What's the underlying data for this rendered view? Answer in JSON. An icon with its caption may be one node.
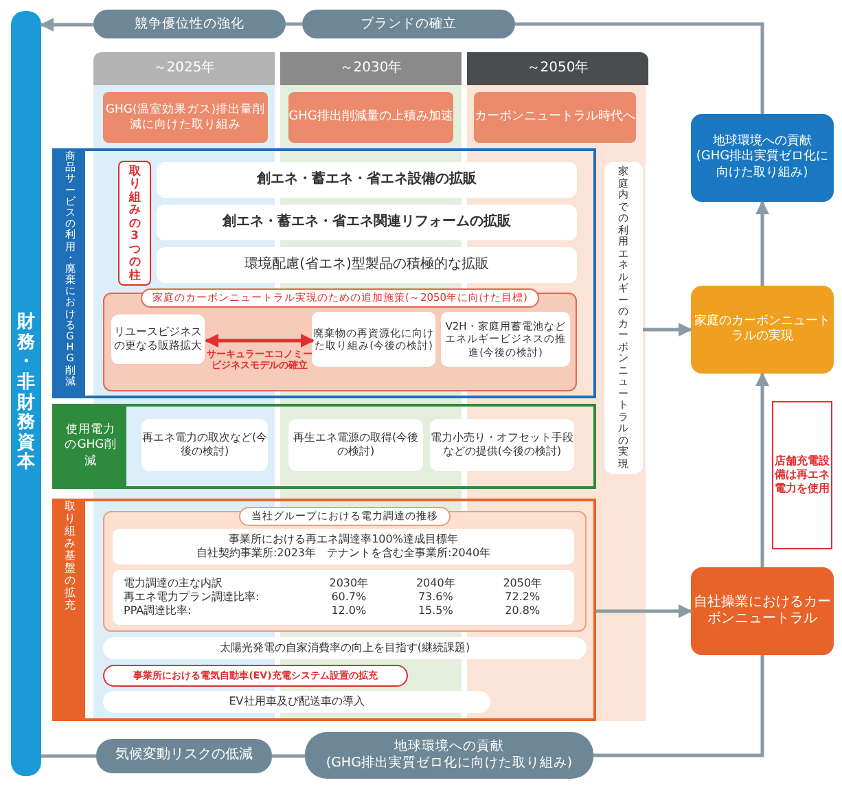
{
  "diagram": {
    "nodes": [
      {
        "text": [
          "財務・非財務資本"
        ]
      },
      {
        "text": [
          "競争優位性の強化"
        ]
      },
      {
        "text": [
          "ブランドの確立"
        ]
      },
      {
        "text": [
          "～2025年"
        ]
      },
      {
        "text": [
          "～2030年"
        ]
      },
      {
        "text": [
          "～2050年"
        ]
      },
      {
        "text": [
          "GHG(温室効果ガス)排出量削減に向けた取り組み"
        ]
      },
      {
        "text": [
          "GHG排出削減量の上積み加速"
        ]
      },
      {
        "text": [
          "カーボンニュートラル時代へ"
        ]
      },
      {
        "text": [
          "商品サービスの利用・廃棄におけるGHG削減"
        ]
      },
      {
        "text": [
          "取り組みの3つの柱"
        ],
        "in": 9
      },
      {
        "text": [
          "創エネ・蓄エネ・省エネ設備の拡販"
        ],
        "in": 9
      },
      {
        "text": [
          "創エネ・蓄エネ・省エネ関連リフォームの拡販"
        ],
        "in": 9
      },
      {
        "text": [
          "環境配慮(省エネ)型製品の積極的な拡販"
        ],
        "in": 9
      },
      {
        "text": [
          "家庭のカーボンニュートラル実現のための追加施策(～2050年に向けた目標)"
        ],
        "in": 9
      },
      {
        "text": [
          "リユースビジネスの更なる販路拡大"
        ],
        "in": 14
      },
      {
        "text": [
          "廃棄物の再資源化に向けた取り組み(今後の検討)"
        ],
        "in": 14
      },
      {
        "text": [
          "V2H・家庭用蓄電池などエネルギービジネスの推進(今後の検討)"
        ],
        "in": 14
      },
      {
        "text": [
          "家庭内での利用エネルギーのカーボンニュートラルの実現"
        ]
      },
      {
        "text": [
          "使用電力のGHG削減"
        ]
      },
      {
        "text": [
          "再エネ電力の取次など(今後の検討)"
        ],
        "in": 19
      },
      {
        "text": [
          "再生エネ電源の取得(今後の検討)"
        ],
        "in": 19
      },
      {
        "text": [
          "電力小売り・オフセット手段などの提供(今後の検討)"
        ],
        "in": 19
      },
      {
        "text": [
          "取り組み基盤の拡充"
        ]
      },
      {
        "text": [
          "当社グループにおける電力調達の推移"
        ],
        "in": 23
      },
      {
        "text": [
          "事業所における再エネ調達率100%達成目標年",
          "自社契約事業所:2023年　テナントを含む全事業所:2040年"
        ],
        "in": 24
      },
      {
        "text": [
          "電力調達の主な内訳",
          "2030年",
          "2040年",
          "2050年",
          "再エネ電力プラン調達比率:",
          "60.7%",
          "73.6%",
          "72.2%",
          "PPA調達比率:",
          "12.0%",
          "15.5%",
          "20.8%"
        ],
        "in": 24
      },
      {
        "text": [
          "太陽光発電の自家消費率の向上を目指す(継続課題)"
        ],
        "in": 23
      },
      {
        "text": [
          "事業所における電気自動車(EV)充電システム設置の拡充"
        ],
        "in": 23
      },
      {
        "text": [
          "EV社用車及び配送車の導入"
        ],
        "in": 23
      },
      {
        "text": [
          "気候変動リスクの低減"
        ]
      },
      {
        "text": [
          "地球環境への貢献",
          "(GHG排出実質ゼロ化に向けた取り組み)"
        ]
      },
      {
        "text": [
          "地球環境への貢献",
          "(GHG排出実質ゼロ化に向けた取り組み)"
        ]
      },
      {
        "text": [
          "家庭のカーボンニュートラルの実現"
        ]
      },
      {
        "text": [
          "自社操業におけるカーボンニュートラル"
        ]
      },
      {
        "text": [
          "店舗充電設備は再エネ電力を使用"
        ]
      }
    ],
    "edges": [
      {
        "from": 32,
        "to": 2,
        "arrow": "none"
      },
      {
        "from": 2,
        "to": 1,
        "arrow": "none"
      },
      {
        "from": 1,
        "to": 0,
        "arrow": "to"
      },
      {
        "from": 15,
        "to": 16,
        "arrow": "both",
        "label": "サーキュラーエコノミービジネスモデルの確立",
        "color": "#e03030"
      },
      {
        "from": 18,
        "to": 33,
        "arrow": "to"
      },
      {
        "from": 23,
        "to": 34,
        "arrow": "to"
      },
      {
        "from": 34,
        "to": 33,
        "arrow": "to"
      },
      {
        "from": 33,
        "to": 32,
        "arrow": "to"
      },
      {
        "from": 34,
        "to": 31,
        "arrow": "none"
      },
      {
        "from": 31,
        "to": 30,
        "arrow": "none"
      },
      {
        "from": 30,
        "to": 0,
        "arrow": "none"
      }
    ]
  }
}
